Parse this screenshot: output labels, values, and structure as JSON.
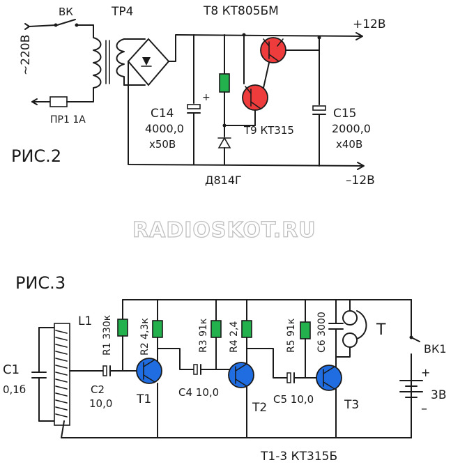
{
  "fig2": {
    "title": "РИС.2",
    "switch_label": "ВК",
    "transformer_label": "ТР4",
    "mains_label": "~220В",
    "fuse_label": "ПР1 1А",
    "c14_label": "С14",
    "c14_value": "4000,0",
    "c14_voltage": "х50В",
    "t8_label": "Т8 КТ805БМ",
    "t9_label": "Т9 КТ315",
    "c15_label": "С15",
    "c15_value": "2000,0",
    "c15_voltage": "х40В",
    "plus_out": "+12В",
    "minus_out": "–12В",
    "zener_label": "Д814Г",
    "plus_sign": "+"
  },
  "watermark": "RADIOSKOT.RU",
  "fig3": {
    "title": "РИС.3",
    "c1_label": "С1",
    "c1_value": "0,1б",
    "l1_label": "L1",
    "c2_label": "С2",
    "c2_value": "10,0",
    "r1_label": "R1 330к",
    "r2_label": "R2 4,3к",
    "r3_label": "R3 91к",
    "r4_label": "R4 2,4",
    "r5_label": "R5 91к",
    "c6_label": "С6 3000",
    "c4_label": "С4 10,0",
    "c5_label": "С5 10,0",
    "t1_label": "Т1",
    "t2_label": "Т2",
    "t3_label": "Т3",
    "phones_label": "Т",
    "switch_label": "ВК1",
    "battery_label": "3В",
    "battery_plus": "+",
    "battery_minus": "–",
    "transistors_note": "Т1-3 КТ315Б"
  }
}
